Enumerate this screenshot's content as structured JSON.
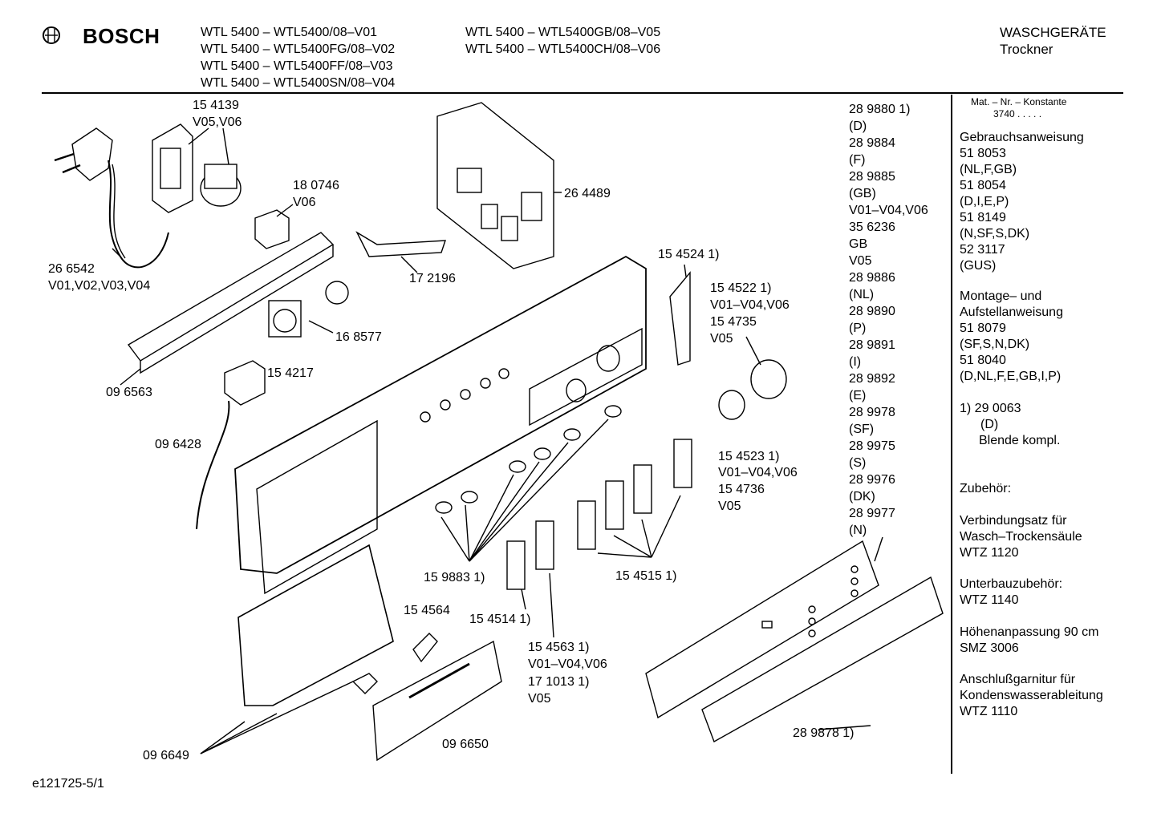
{
  "header": {
    "brand": "BOSCH",
    "models_left": [
      "WTL 5400 – WTL5400/08–V01",
      "WTL 5400 – WTL5400FG/08–V02",
      "WTL 5400 – WTL5400FF/08–V03",
      "WTL 5400 – WTL5400SN/08–V04"
    ],
    "models_right": [
      "WTL 5400 – WTL5400GB/08–V05",
      "WTL 5400 – WTL5400CH/08–V06"
    ],
    "category": "WASCHGERÄTE",
    "subcategory": "Trockner"
  },
  "part_labels": {
    "p154139": "15 4139",
    "p154139_v": "V05,V06",
    "p180746": "18 0746",
    "p180746_v": "V06",
    "p264489": "26 4489",
    "p266542": "26 6542",
    "p266542_v": "V01,V02,V03,V04",
    "p172196": "17 2196",
    "p154524": "15 4524 1)",
    "p154522": "15 4522 1)",
    "p154522_v": "V01–V04,V06",
    "p154735": "15 4735",
    "p154735_v": "V05",
    "p168577": "16 8577",
    "p096563": "09 6563",
    "p154217": "15 4217",
    "p096428": "09 6428",
    "p154523": "15 4523 1)",
    "p154523_v": "V01–V04,V06",
    "p154736": "15 4736",
    "p154736_v": "V05",
    "p159883": "15 9883 1)",
    "p154515": "15 4515 1)",
    "p154514": "15 4514 1)",
    "p154564": "15 4564",
    "p154563": "15 4563 1)",
    "p154563_v": "V01–V04,V06",
    "p171013": "17 1013 1)",
    "p171013_v": "V05",
    "p096650": "09 6650",
    "p096649": "09 6649",
    "p289878": "28 9878 1)"
  },
  "part_column": [
    "28 9880 1)",
    "(D)",
    "28 9884",
    "(F)",
    "28 9885",
    "(GB)",
    "V01–V04,V06",
    "35 6236",
    "GB",
    "V05",
    "28 9886",
    "(NL)",
    "28 9890",
    "(P)",
    "28 9891",
    "(I)",
    "28 9892",
    "(E)",
    "28 9978",
    "(SF)",
    "28 9975",
    "(S)",
    "28 9976",
    "(DK)",
    "28 9977",
    "(N)"
  ],
  "sidebar": {
    "mat_line1": "Mat. – Nr. – Konstante",
    "mat_line2": "3740  .  .  .  .  .",
    "gebrauch": [
      "Gebrauchsanweisung",
      "51 8053",
      "(NL,F,GB)",
      "51 8054",
      "(D,I,E,P)",
      "51 8149",
      "(N,SF,S,DK)",
      "52 3117",
      "(GUS)"
    ],
    "montage": [
      "Montage– und",
      "Aufstellanweisung",
      "51 8079",
      "(SF,S,N,DK)",
      "51 8040",
      "(D,NL,F,E,GB,I,P)"
    ],
    "footnote_num": "1)  29 0063",
    "footnote_lang": "(D)",
    "footnote_desc": "Blende kompl.",
    "zubehoer": "Zubehör:",
    "acc1": [
      "Verbindungsatz für",
      "Wasch–Trockensäule",
      "WTZ 1120"
    ],
    "acc2": [
      "Unterbauzubehör:",
      "WTZ 1140"
    ],
    "acc3": [
      "Höhenanpassung 90 cm",
      "SMZ 3006"
    ],
    "acc4": [
      "Anschlußgarnitur für",
      "Kondenswasserableitung",
      "WTZ 1110"
    ]
  },
  "footer": {
    "doc_id": "e121725-5/1"
  }
}
